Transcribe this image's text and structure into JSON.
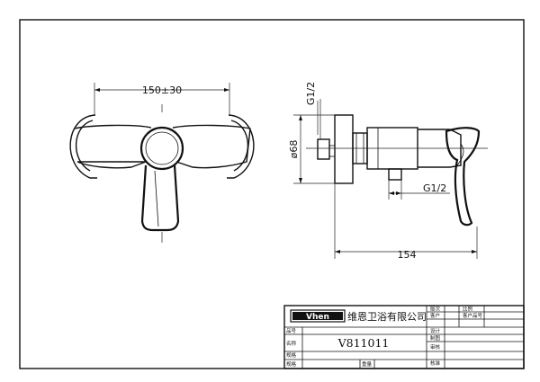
{
  "dimensions": {
    "width_span": "150±30",
    "body_diameter": "ø68",
    "inlet_thread": "G1/2",
    "outlet_thread": "G1/2",
    "depth": "154"
  },
  "title_block": {
    "logo": "Vhen",
    "company": "维恩卫浴有限公司",
    "model": "V811011",
    "labels": {
      "sample_no": "品号",
      "name": "名称",
      "spec": "规格",
      "weight": "重量",
      "version": "版次",
      "customer": "客户",
      "design": "设计",
      "draw": "制图",
      "check": "审核",
      "approve": "核准",
      "ratio": "比例",
      "customer_no": "客户品号"
    }
  }
}
